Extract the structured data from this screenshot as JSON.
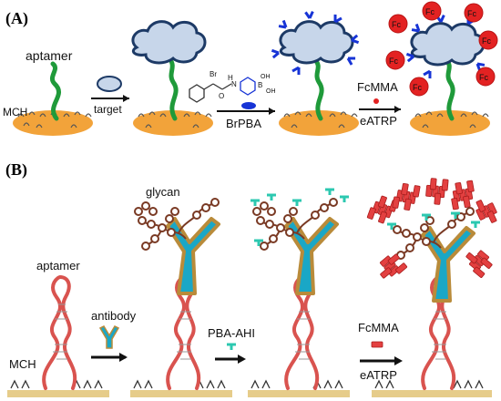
{
  "panel_a": {
    "tag": "(A)",
    "aptamer": "aptamer",
    "mch": "MCH",
    "target": "target",
    "brpba": "BrPBA",
    "fcmma": "FcMMA",
    "eatrp": "eATRP",
    "fc": "Fc",
    "br": "Br",
    "oh": "OH",
    "b": "B",
    "h": "H",
    "n": "N",
    "o": "O"
  },
  "panel_b": {
    "tag": "(B)",
    "glycan": "glycan",
    "aptamer": "aptamer",
    "antibody": "antibody",
    "mch": "MCH",
    "pba_ahi": "PBA-AHI",
    "fcmma": "FcMMA",
    "eatrp": "eATRP"
  },
  "colors": {
    "gold_disc": "#f2a33a",
    "aptamer_green": "#1f9a3a",
    "cloud_fill": "#c7d6ea",
    "cloud_edge": "#1d3a66",
    "boronic_blue": "#1734d6",
    "fc_red": "#e32222",
    "aptamer_red": "#d9534f",
    "antibody_cyan": "#1aa7c6",
    "antibody_edge": "#b98b3a",
    "glycan_brown": "#7a3a24",
    "pba_teal": "#2cc8b0",
    "surface_tan": "#e6cc8a"
  }
}
